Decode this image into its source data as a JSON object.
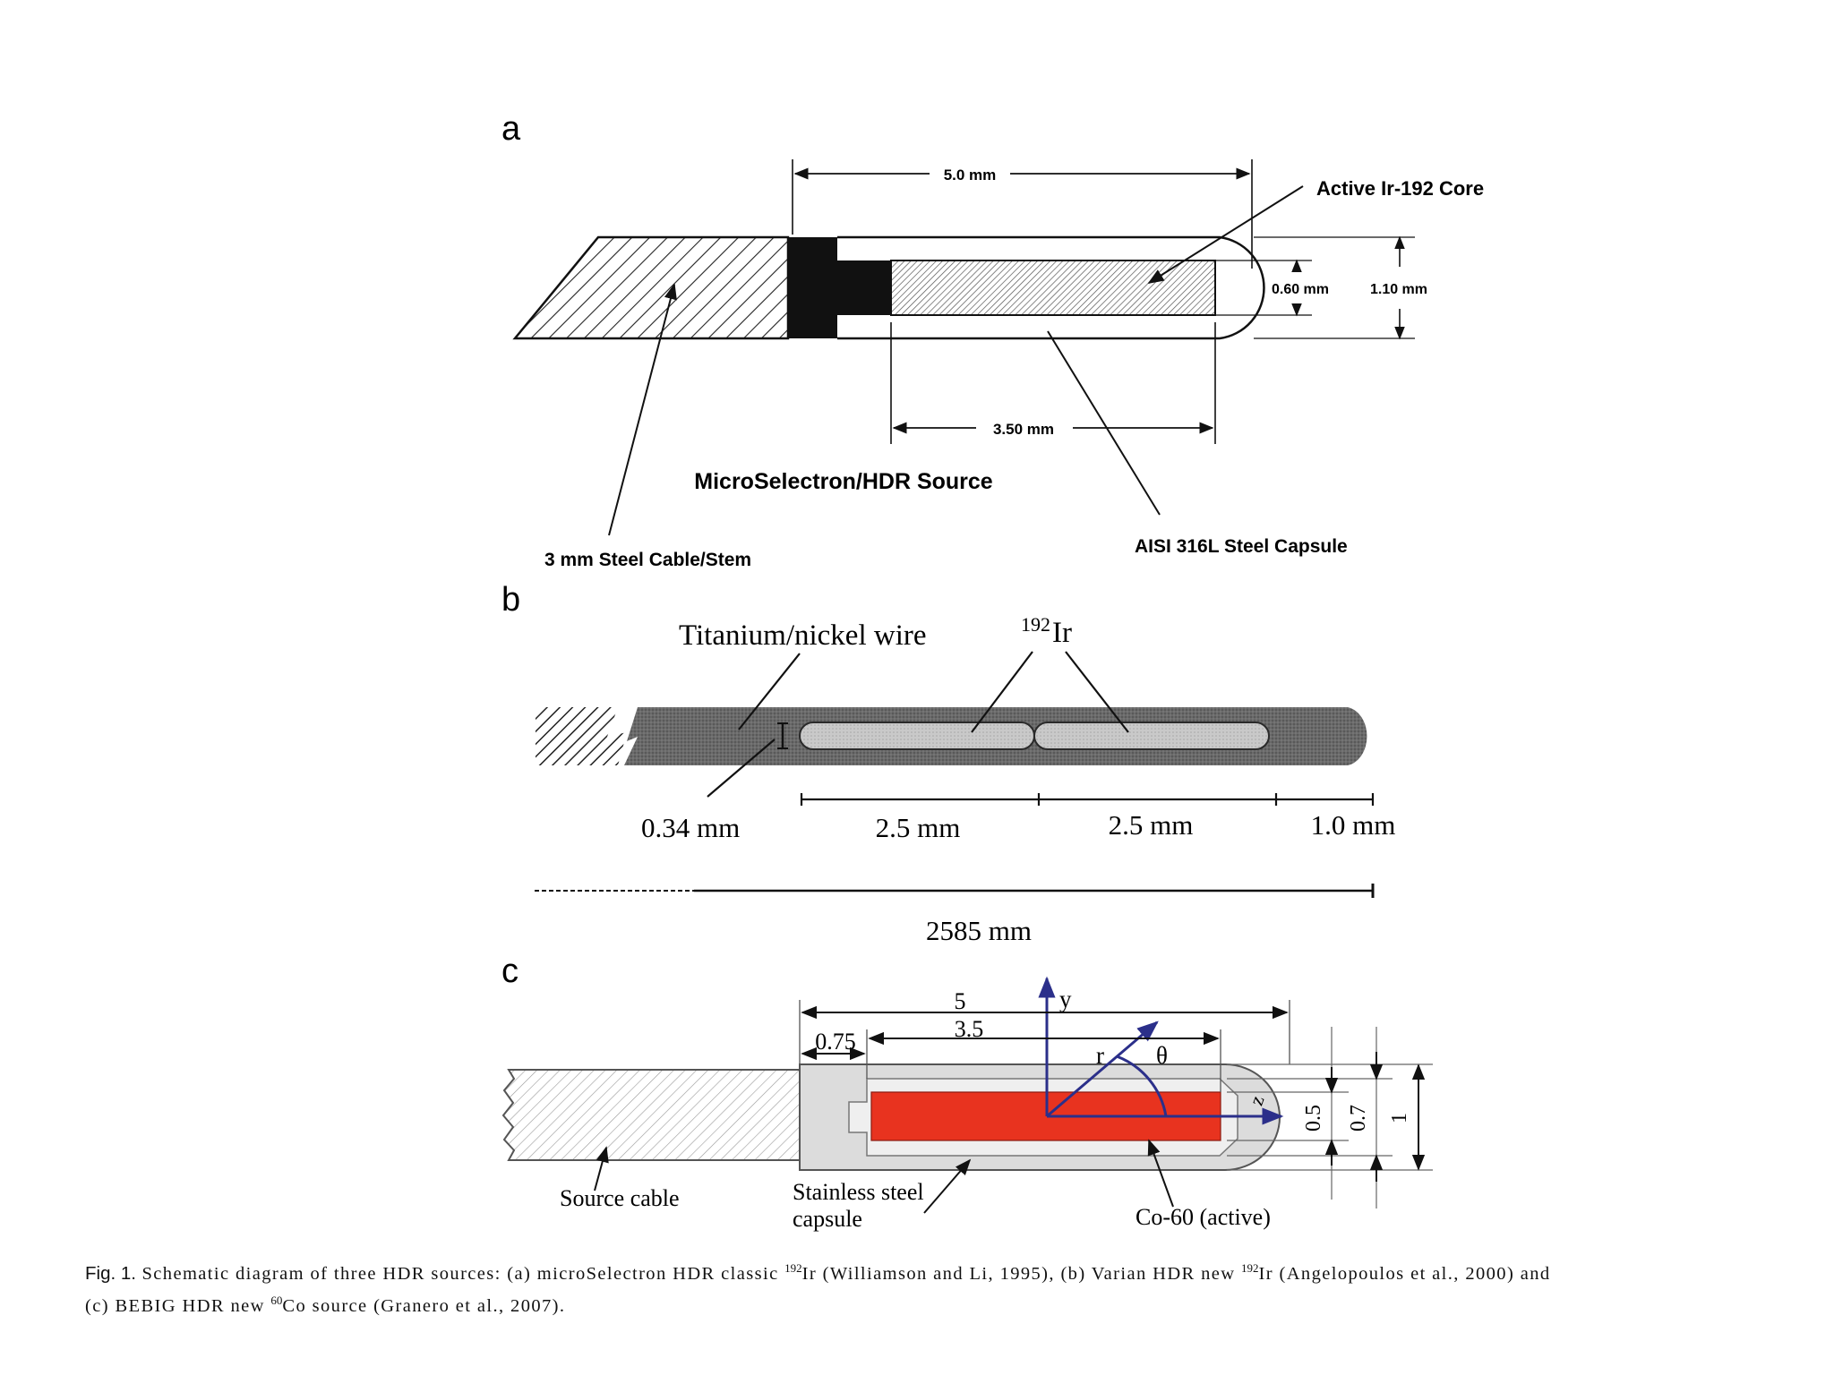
{
  "panels": {
    "a": {
      "label": "a",
      "dim_total": "5.0 mm",
      "core_label": "Active Ir-192 Core",
      "dim_core_diameter": "0.60 mm",
      "dim_outer_diameter": "1.10 mm",
      "dim_core_length": "3.50 mm",
      "title": "MicroSelectron/HDR Source",
      "cable_label": "3 mm Steel Cable/Stem",
      "capsule_label": "AISI 316L Steel Capsule"
    },
    "b": {
      "label": "b",
      "wire_label": "Titanium/nickel wire",
      "isotope_mass": "192",
      "isotope_symbol": "Ir",
      "dim_gap": "0.34 mm",
      "dim_seg1": "2.5 mm",
      "dim_seg2": "2.5 mm",
      "dim_tip": "1.0 mm",
      "dim_total": "2585 mm"
    },
    "c": {
      "label": "c",
      "dim_total": "5",
      "dim_core": "3.5",
      "dim_plug": "0.75",
      "axis_y": "y",
      "axis_r": "r",
      "axis_theta": "θ",
      "axis_z": "z",
      "dim_d1": "0.5",
      "dim_d2": "0.7",
      "dim_d3": "1",
      "cable_label": "Source cable",
      "capsule_line1": "Stainless steel",
      "capsule_line2": "capsule",
      "active_label": "Co-60 (active)",
      "active_color": "#e8331f"
    }
  },
  "caption": {
    "label": "Fig. 1.",
    "part1": " Schematic diagram of three HDR sources: (a) microSelectron HDR classic ",
    "sup1": "192",
    "part2": "Ir (Williamson and Li, 1995), (b) Varian HDR new ",
    "sup2": "192",
    "part3": "Ir (Angelopoulos et al., 2000) and",
    "part4": "(c) BEBIG HDR new ",
    "sup3": "60",
    "part5": "Co source (Granero et al., 2007)."
  }
}
